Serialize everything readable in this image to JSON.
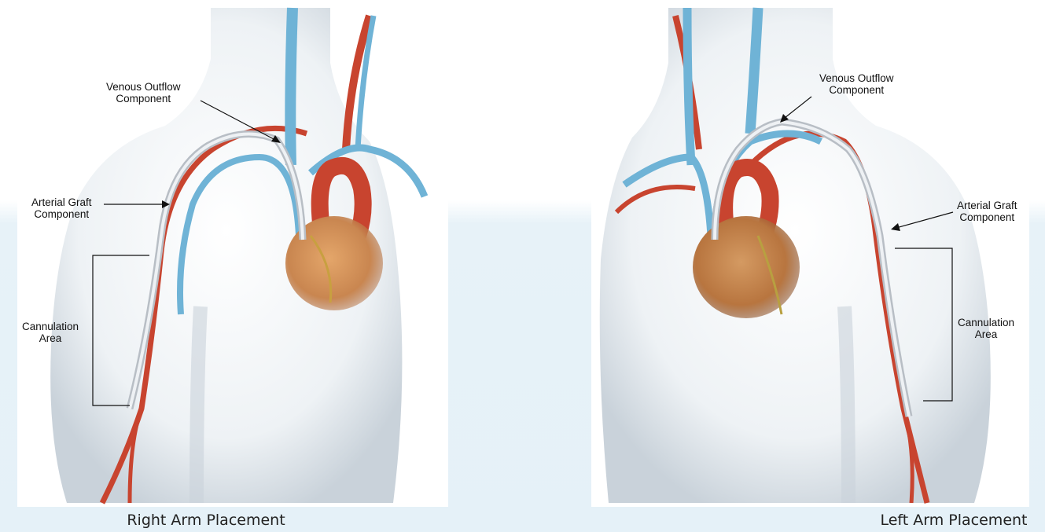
{
  "panels": {
    "right_arm": {
      "caption": "Right Arm Placement",
      "labels": {
        "venous_outflow": [
          "Venous Outflow",
          "Component"
        ],
        "arterial_graft": [
          "Arterial Graft",
          "Component"
        ],
        "cannulation": [
          "Cannulation",
          "Area"
        ]
      }
    },
    "left_arm": {
      "caption": "Left Arm Placement",
      "labels": {
        "venous_outflow": [
          "Venous Outflow",
          "Component"
        ],
        "arterial_graft": [
          "Arterial Graft",
          "Component"
        ],
        "cannulation": [
          "Cannulation",
          "Area"
        ]
      }
    }
  },
  "colors": {
    "artery": "#c8442f",
    "vein": "#6fb3d6",
    "graft": "#c9cdd2",
    "heart": "#c97a4a",
    "body": "#dfe6ec",
    "background_lower": "#e5f1f8"
  }
}
